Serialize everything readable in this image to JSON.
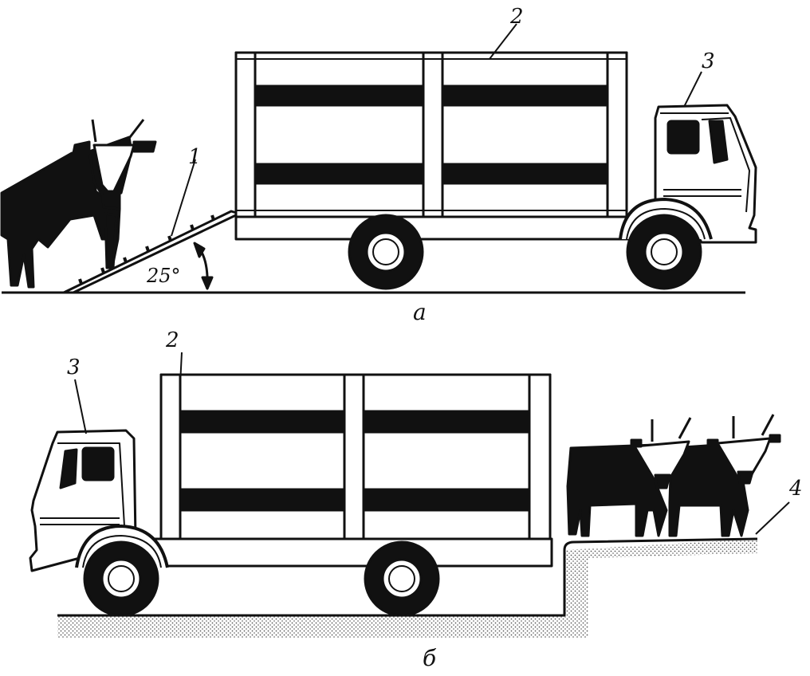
{
  "figure_a": {
    "caption": "а",
    "labels": {
      "ramp": "1",
      "body": "2",
      "cab": "3",
      "angle": "25°"
    }
  },
  "figure_b": {
    "caption": "б",
    "labels": {
      "cab": "3",
      "body": "2",
      "platform": "4"
    }
  },
  "colors": {
    "ink": "#111111",
    "paper": "#ffffff",
    "ground_dots": "#6a6a6a"
  }
}
